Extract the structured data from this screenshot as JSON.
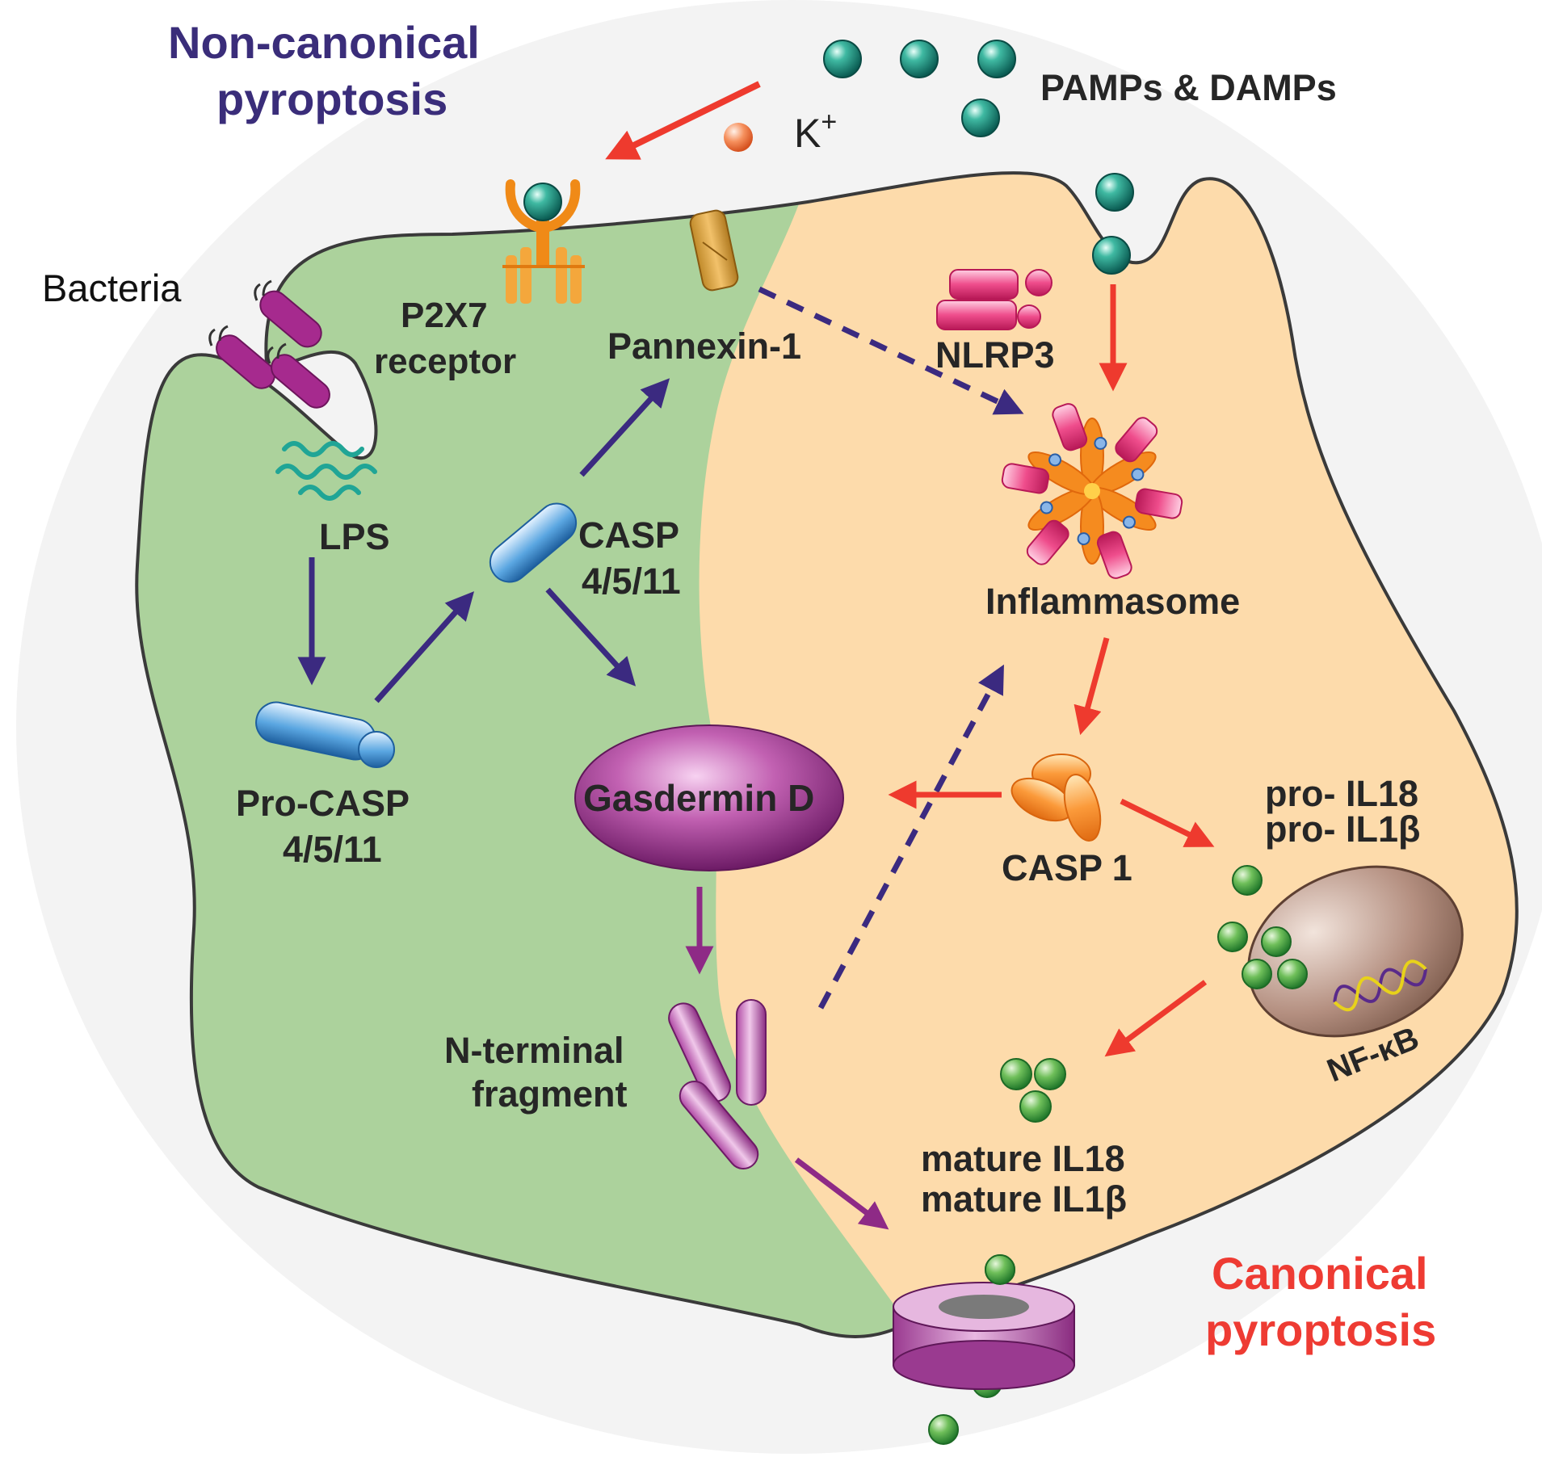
{
  "titles": {
    "non_canonical_line1": "Non-canonical",
    "non_canonical_line2": "pyroptosis",
    "canonical_line1": "Canonical",
    "canonical_line2": "pyroptosis"
  },
  "labels": {
    "pamps_damps": "PAMPs & DAMPs",
    "k_plus": "K",
    "k_plus_sup": "+",
    "bacteria": "Bacteria",
    "p2x7_line1": "P2X7",
    "p2x7_line2": "receptor",
    "pannexin": "Pannexin-1",
    "nlrp3": "NLRP3",
    "lps": "LPS",
    "casp4511_line1": "CASP",
    "casp4511_line2": "4/5/11",
    "inflammasome": "Inflammasome",
    "pro_casp_line1": "Pro-CASP",
    "pro_casp_line2": "4/5/11",
    "gasdermin": "Gasdermin D",
    "casp1": "CASP 1",
    "pro_il18": "pro- IL18",
    "pro_il1b": "pro- IL1β",
    "nfkb": "NF-κB",
    "nterminal_line1": "N-terminal",
    "nterminal_line2": "fragment",
    "mature_il18": "mature IL18",
    "mature_il1b": "mature IL1β"
  },
  "colors": {
    "non_canonical": "#3a2d7a",
    "canonical": "#ee3b33",
    "green_region": "#acd29c",
    "orange_region": "#fddbab",
    "purple_arrow": "#3b2a80",
    "red_arrow": "#ee3a2e",
    "magenta_arrow": "#8e2a86"
  }
}
